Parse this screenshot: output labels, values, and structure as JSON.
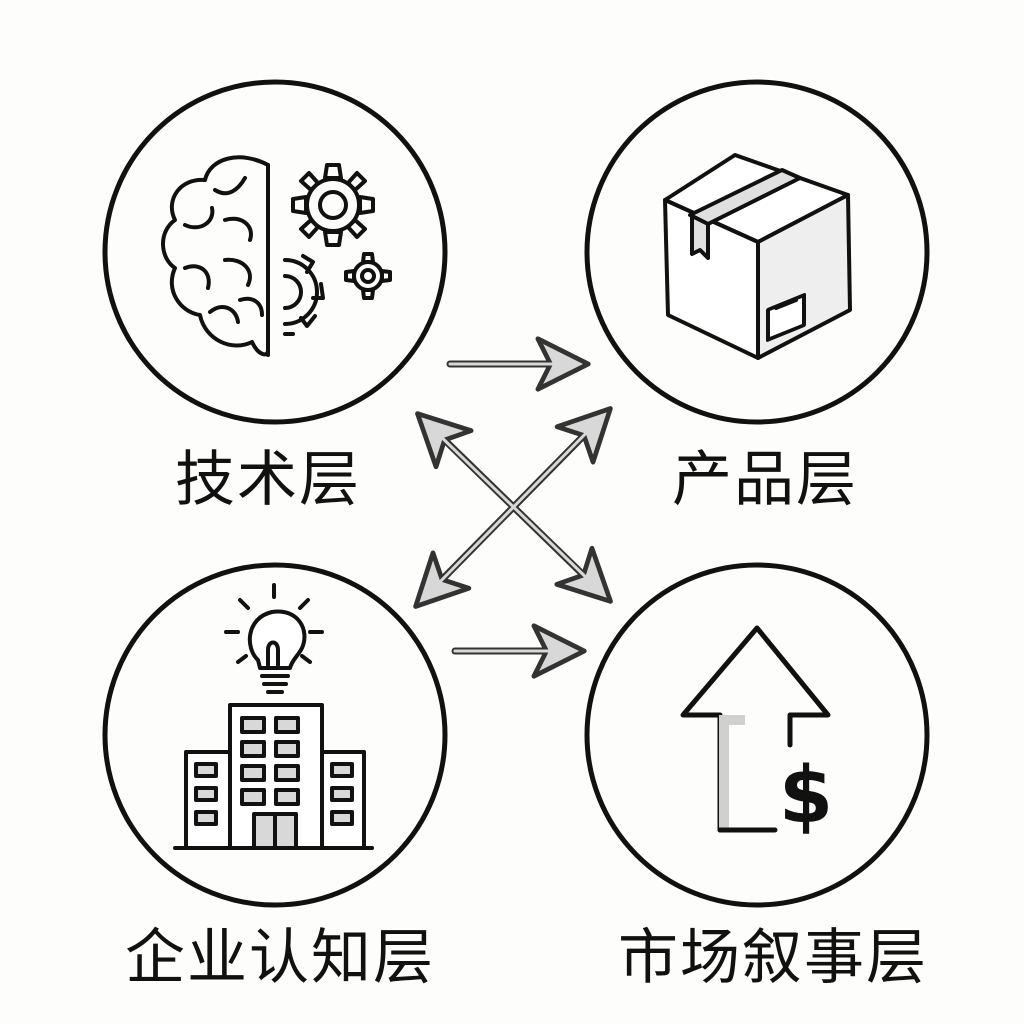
{
  "layers": {
    "tech": {
      "label": "技术层",
      "icon": "brain-gears-icon"
    },
    "product": {
      "label": "产品层",
      "icon": "package-box-icon"
    },
    "enterprise": {
      "label": "企业认知层",
      "icon": "building-lightbulb-icon"
    },
    "market": {
      "label": "市场叙事层",
      "icon": "up-arrow-dollar-icon"
    }
  },
  "market_symbol": "$",
  "colors": {
    "ink": "#111111",
    "arrow_fill": "#d8d8d8",
    "background": "#fdfdfb"
  }
}
